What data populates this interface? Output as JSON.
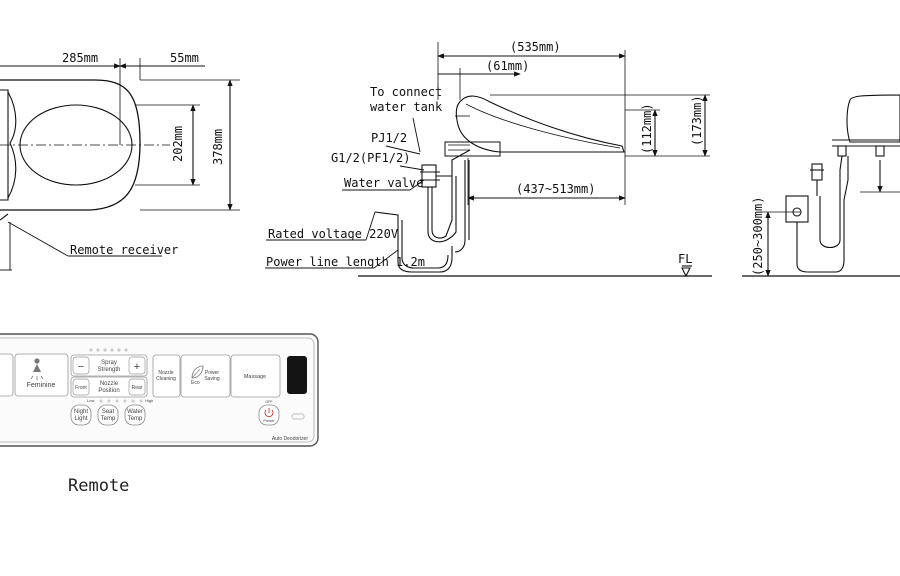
{
  "top_view": {
    "dim_285": "285mm",
    "dim_55": "55mm",
    "dim_202": "202mm",
    "dim_378": "378mm",
    "remote_receiver": "Remote receiver"
  },
  "side_view": {
    "dim_535": "(535mm)",
    "dim_61": "(61mm)",
    "dim_112": "(112mm)",
    "dim_173": "(173mm)",
    "dim_437_513": "(437~513mm)",
    "to_connect": "To connect",
    "water_tank": "water tank",
    "pj": "PJ1/2",
    "g_pf": "G1/2(PF1/2)",
    "water_valve": "Water valve",
    "rated_voltage": "Rated voltage 220V",
    "power_line": "Power line length 1.2m",
    "fl": "FL"
  },
  "rear_view": {
    "dim_250_300": "(250~300mm)"
  },
  "remote": {
    "caption": "Remote",
    "feminine": "Feminine",
    "spray_l1": "Spray",
    "spray_l2": "Strength",
    "minus": "−",
    "plus": "+",
    "front": "Front",
    "nozzle_l1": "Nozzle",
    "nozzle_l2": "Position",
    "rear": "Rear",
    "clean_l1": "Nozzle",
    "clean_l2": "Cleaning",
    "power_saving_l1": "Power",
    "power_saving_l2": "Saving",
    "eco": "Eco",
    "massage": "Massage",
    "night_l1": "Night",
    "night_l2": "Light",
    "seat_l1": "Seat",
    "seat_l2": "Temp",
    "water_l1": "Water",
    "water_l2": "Temp",
    "low": "Low",
    "high": "High",
    "power": "Power",
    "auto_deodorizer": "Auto Deodorizer"
  }
}
